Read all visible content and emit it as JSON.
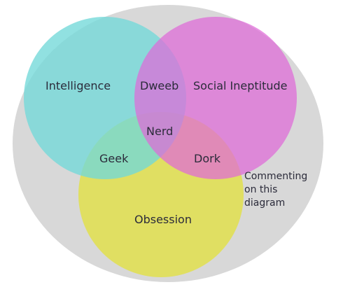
{
  "diagram": {
    "colors": {
      "background_ellipse": "#d8d8d8",
      "intelligence": "#72d8d8",
      "social_ineptitude": "#df6ad8",
      "obsession": "#e2e04e"
    },
    "sets": [
      {
        "id": "intelligence",
        "label": "Intelligence"
      },
      {
        "id": "social_ineptitude",
        "label": "Social Ineptitude"
      },
      {
        "id": "obsession",
        "label": "Obsession"
      }
    ],
    "intersections": [
      {
        "id": "dweeb",
        "sets": [
          "intelligence",
          "social_ineptitude"
        ],
        "label": "Dweeb"
      },
      {
        "id": "geek",
        "sets": [
          "intelligence",
          "obsession"
        ],
        "label": "Geek"
      },
      {
        "id": "dork",
        "sets": [
          "social_ineptitude",
          "obsession"
        ],
        "label": "Dork"
      },
      {
        "id": "nerd",
        "sets": [
          "intelligence",
          "social_ineptitude",
          "obsession"
        ],
        "label": "Nerd"
      }
    ],
    "outside_text": [
      "Commenting",
      "on this",
      "diagram"
    ]
  }
}
